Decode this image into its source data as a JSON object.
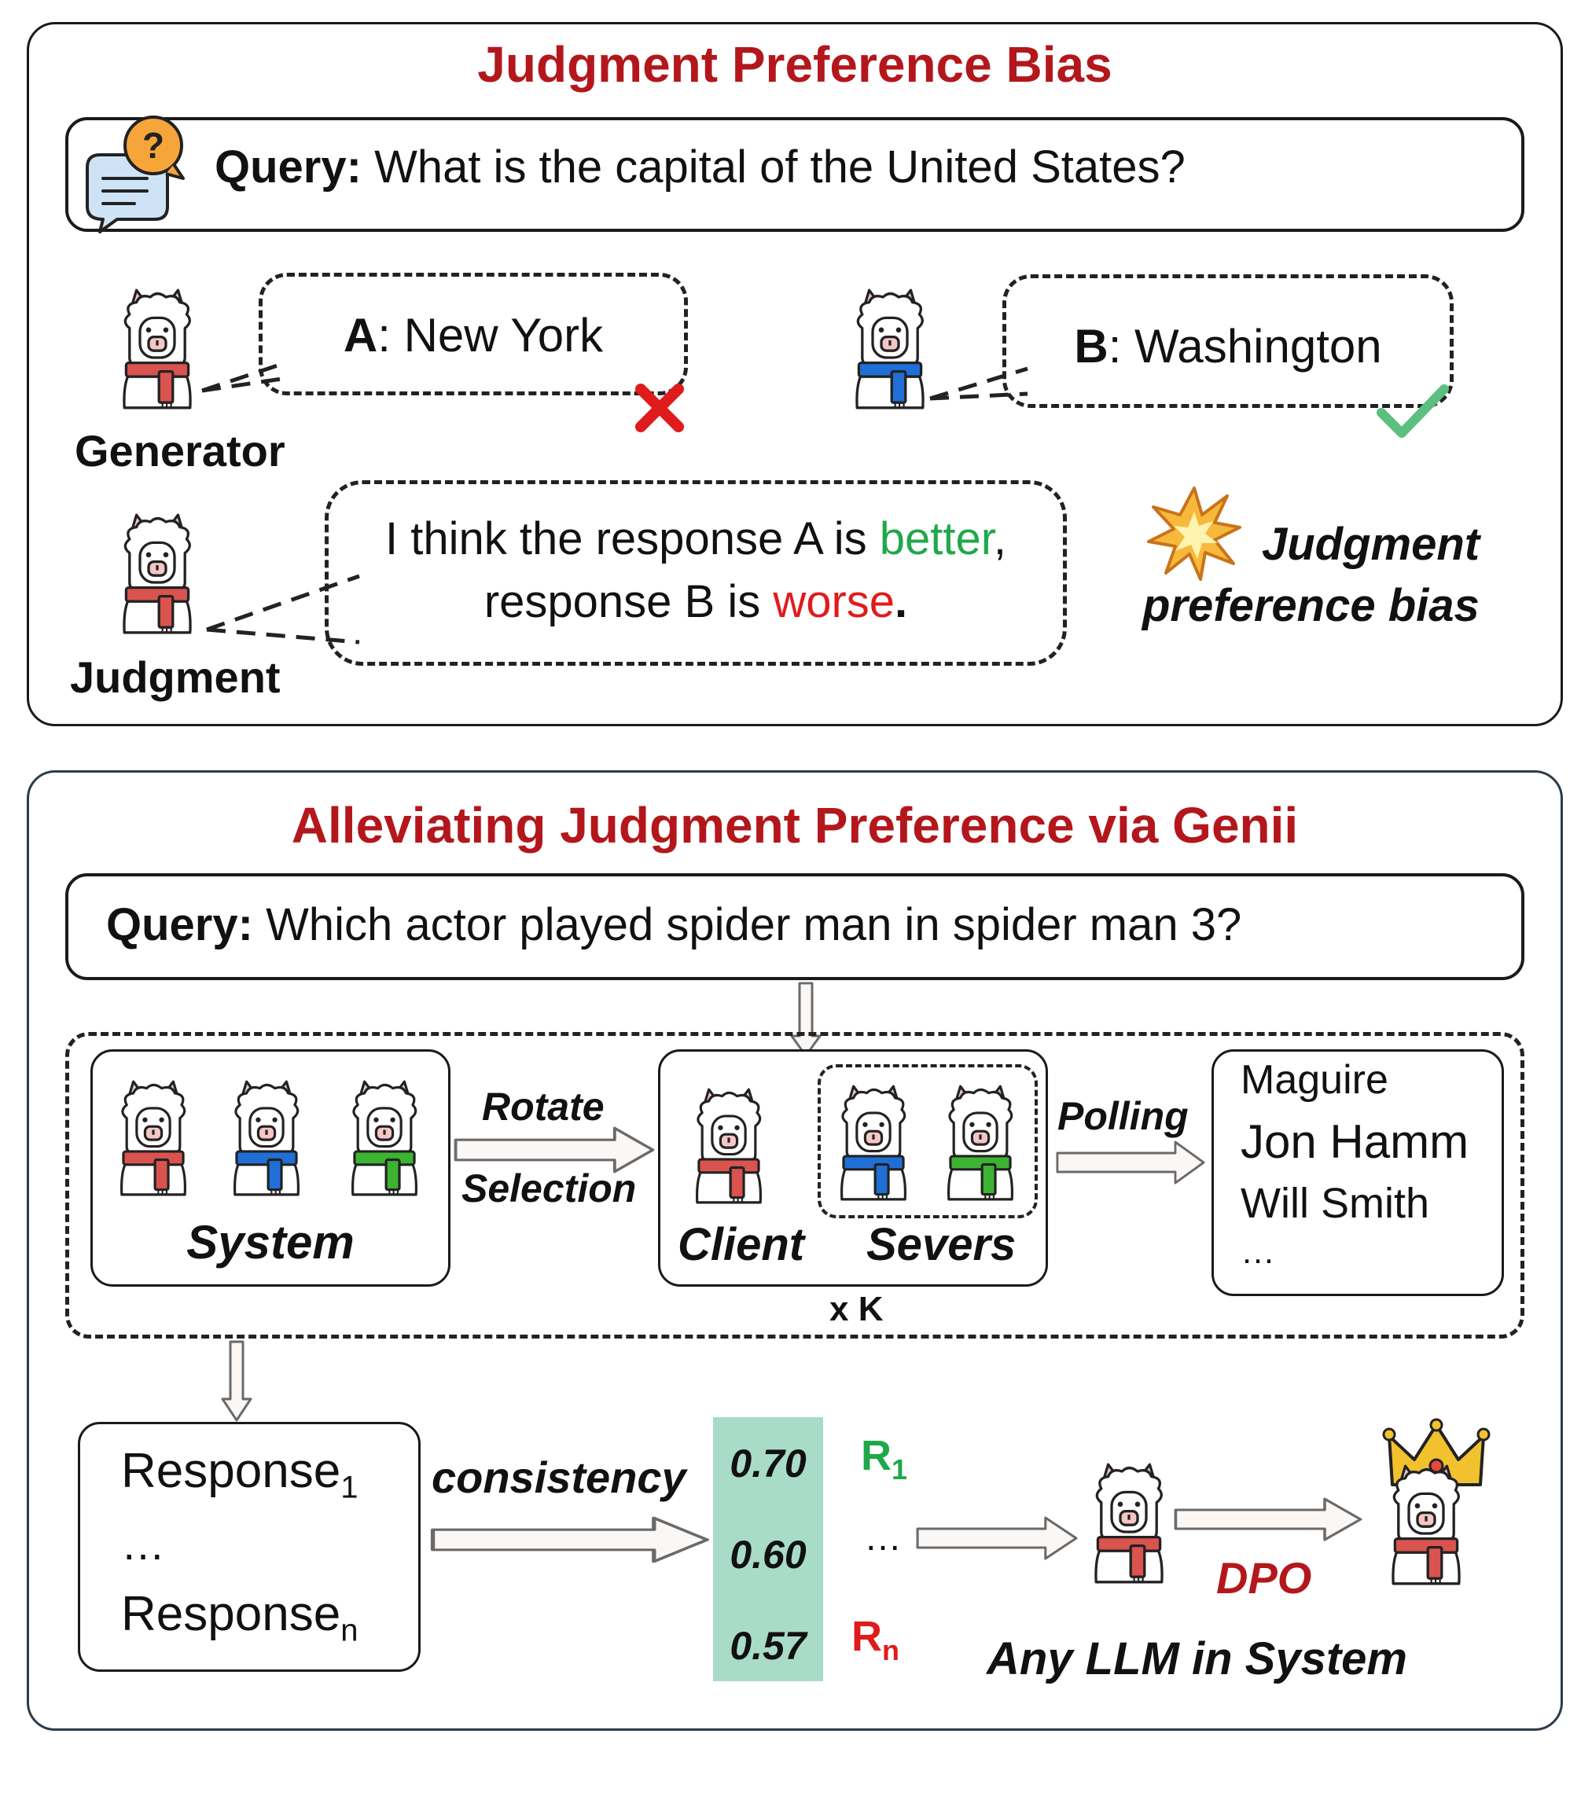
{
  "panel1": {
    "title": "Judgment Preference Bias",
    "query_label": "Query:",
    "query_text": " What is the capital of the United States?",
    "response_a_label": "A",
    "response_a_text": ": New York",
    "response_b_label": "B",
    "response_b_text": ": Washington",
    "generator_label": "Generator",
    "judgment_label": "Judgment",
    "judgment_line1_prefix": "I think the response A is ",
    "judgment_line1_colored": "better",
    "judgment_line1_suffix": ",",
    "judgment_line2_prefix": "response B is ",
    "judgment_line2_colored": "worse",
    "judgment_line2_suffix": ".",
    "bias_line1": "Judgment",
    "bias_line2": "preference bias"
  },
  "panel2": {
    "title": "Alleviating Judgment Preference via Genii",
    "query_label": "Query:",
    "query_text": " Which actor played spider man in spider man 3?",
    "system_label": "System",
    "rotate_label": "Rotate",
    "selection_label": "Selection",
    "client_label": "Client",
    "servers_label": "Severs",
    "polling_label": "Polling",
    "times_k": "x K",
    "answers": [
      "Maguire",
      "Jon Hamm",
      "Will Smith",
      "…"
    ],
    "response_first": "Response",
    "response_first_sub": "1",
    "response_dots": "…",
    "response_last": "Response",
    "response_last_sub": "n",
    "consistency_label": "consistency",
    "scores": [
      "0.70",
      "0.60",
      "0.57"
    ],
    "rank_first": "R",
    "rank_first_sub": "1",
    "rank_dots": "…",
    "rank_last": "R",
    "rank_last_sub": "n",
    "dpo_label": "DPO",
    "any_llm_label": "Any LLM in System"
  },
  "colors": {
    "title_red": "#b3171c",
    "good_green": "#1fa84a",
    "bad_red": "#e01b1b",
    "scarf_red": "#d9534f",
    "scarf_blue": "#1f6fd6",
    "scarf_green": "#3cb431",
    "score_bg": "#a9dcc8",
    "crown_gold": "#f2c12e"
  },
  "icons": [
    "question-chat-icon",
    "alpaca-icon",
    "cross-icon",
    "check-icon",
    "explosion-icon",
    "crown-icon",
    "hollow-arrow-icon"
  ]
}
